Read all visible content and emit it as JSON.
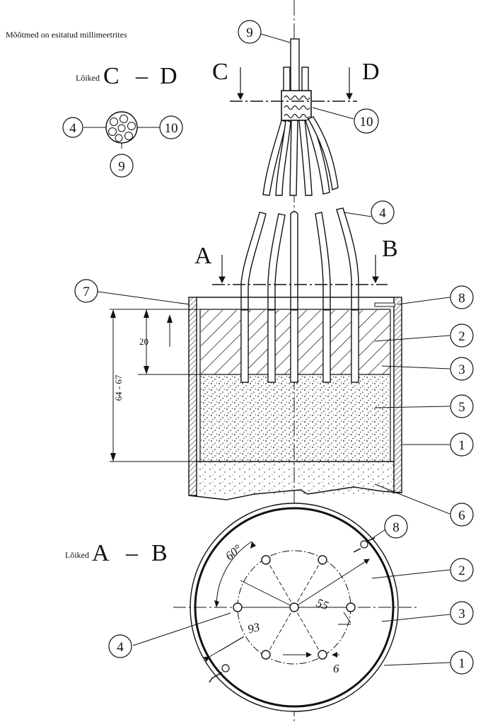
{
  "note": "Mõõtmed on esitatud millimeetrites",
  "section_cd": {
    "prefix": "Lõiked",
    "letter_left": "C",
    "dash": "–",
    "letter_right": "D"
  },
  "section_ab": {
    "prefix": "Lõiked",
    "letter_left": "A",
    "dash": "–",
    "letter_right": "B"
  },
  "cut_letters": {
    "c": "C",
    "d": "D",
    "a": "A",
    "b": "B"
  },
  "callouts": {
    "n1": "1",
    "n2": "2",
    "n3": "3",
    "n4": "4",
    "n5": "5",
    "n6": "6",
    "n7": "7",
    "n8": "8",
    "n9": "9",
    "n10": "10"
  },
  "dimensions": {
    "depth_20": "20",
    "depth_64_67": "64 - 67",
    "angle_60": "60°",
    "dia_93": "93",
    "dia_55": "55",
    "gap_6": "6"
  }
}
